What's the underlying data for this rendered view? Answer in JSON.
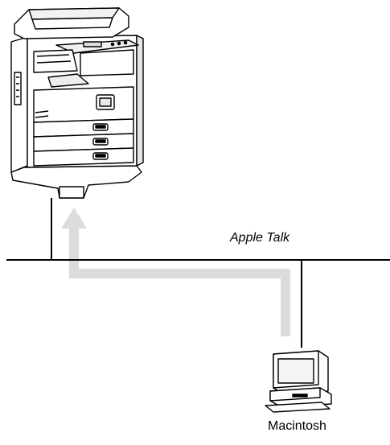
{
  "diagram": {
    "network_label": "Apple Talk",
    "computer_label": "Macintosh"
  },
  "icons": {
    "printer": "multifunction-copier-printer-icon",
    "computer": "macintosh-computer-icon",
    "arrow": "print-data-flow-arrow"
  },
  "colors": {
    "line": "#000000",
    "arrow": "#d9d9d9",
    "background": "#ffffff"
  }
}
